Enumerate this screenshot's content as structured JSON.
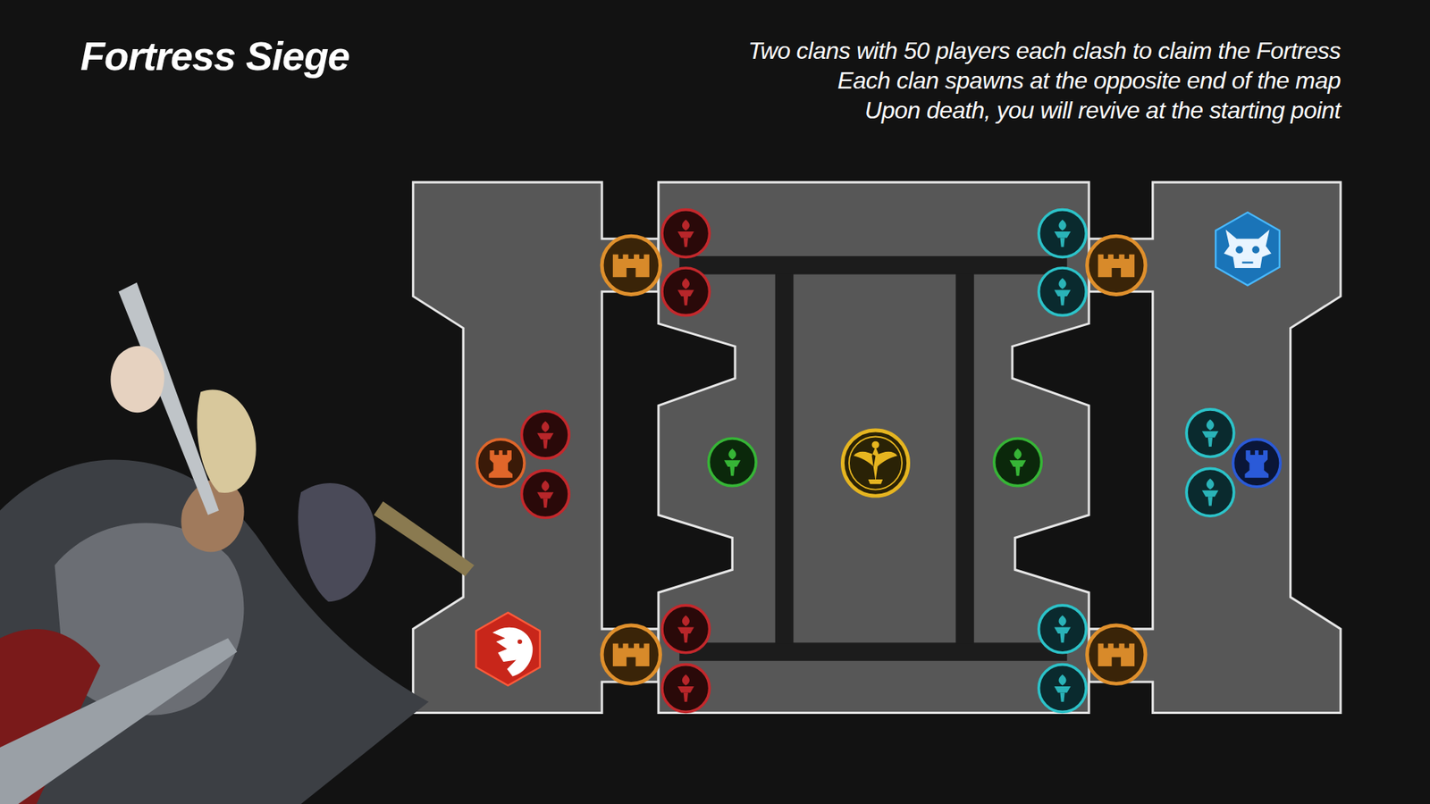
{
  "diagram": {
    "title": "Fortress Siege",
    "labels": [
      "Two clans with 50 players each clash to claim the Fortress",
      "Each clan spawns at the opposite end of the map",
      "Upon death, you will revive at the starting point"
    ]
  }
}
